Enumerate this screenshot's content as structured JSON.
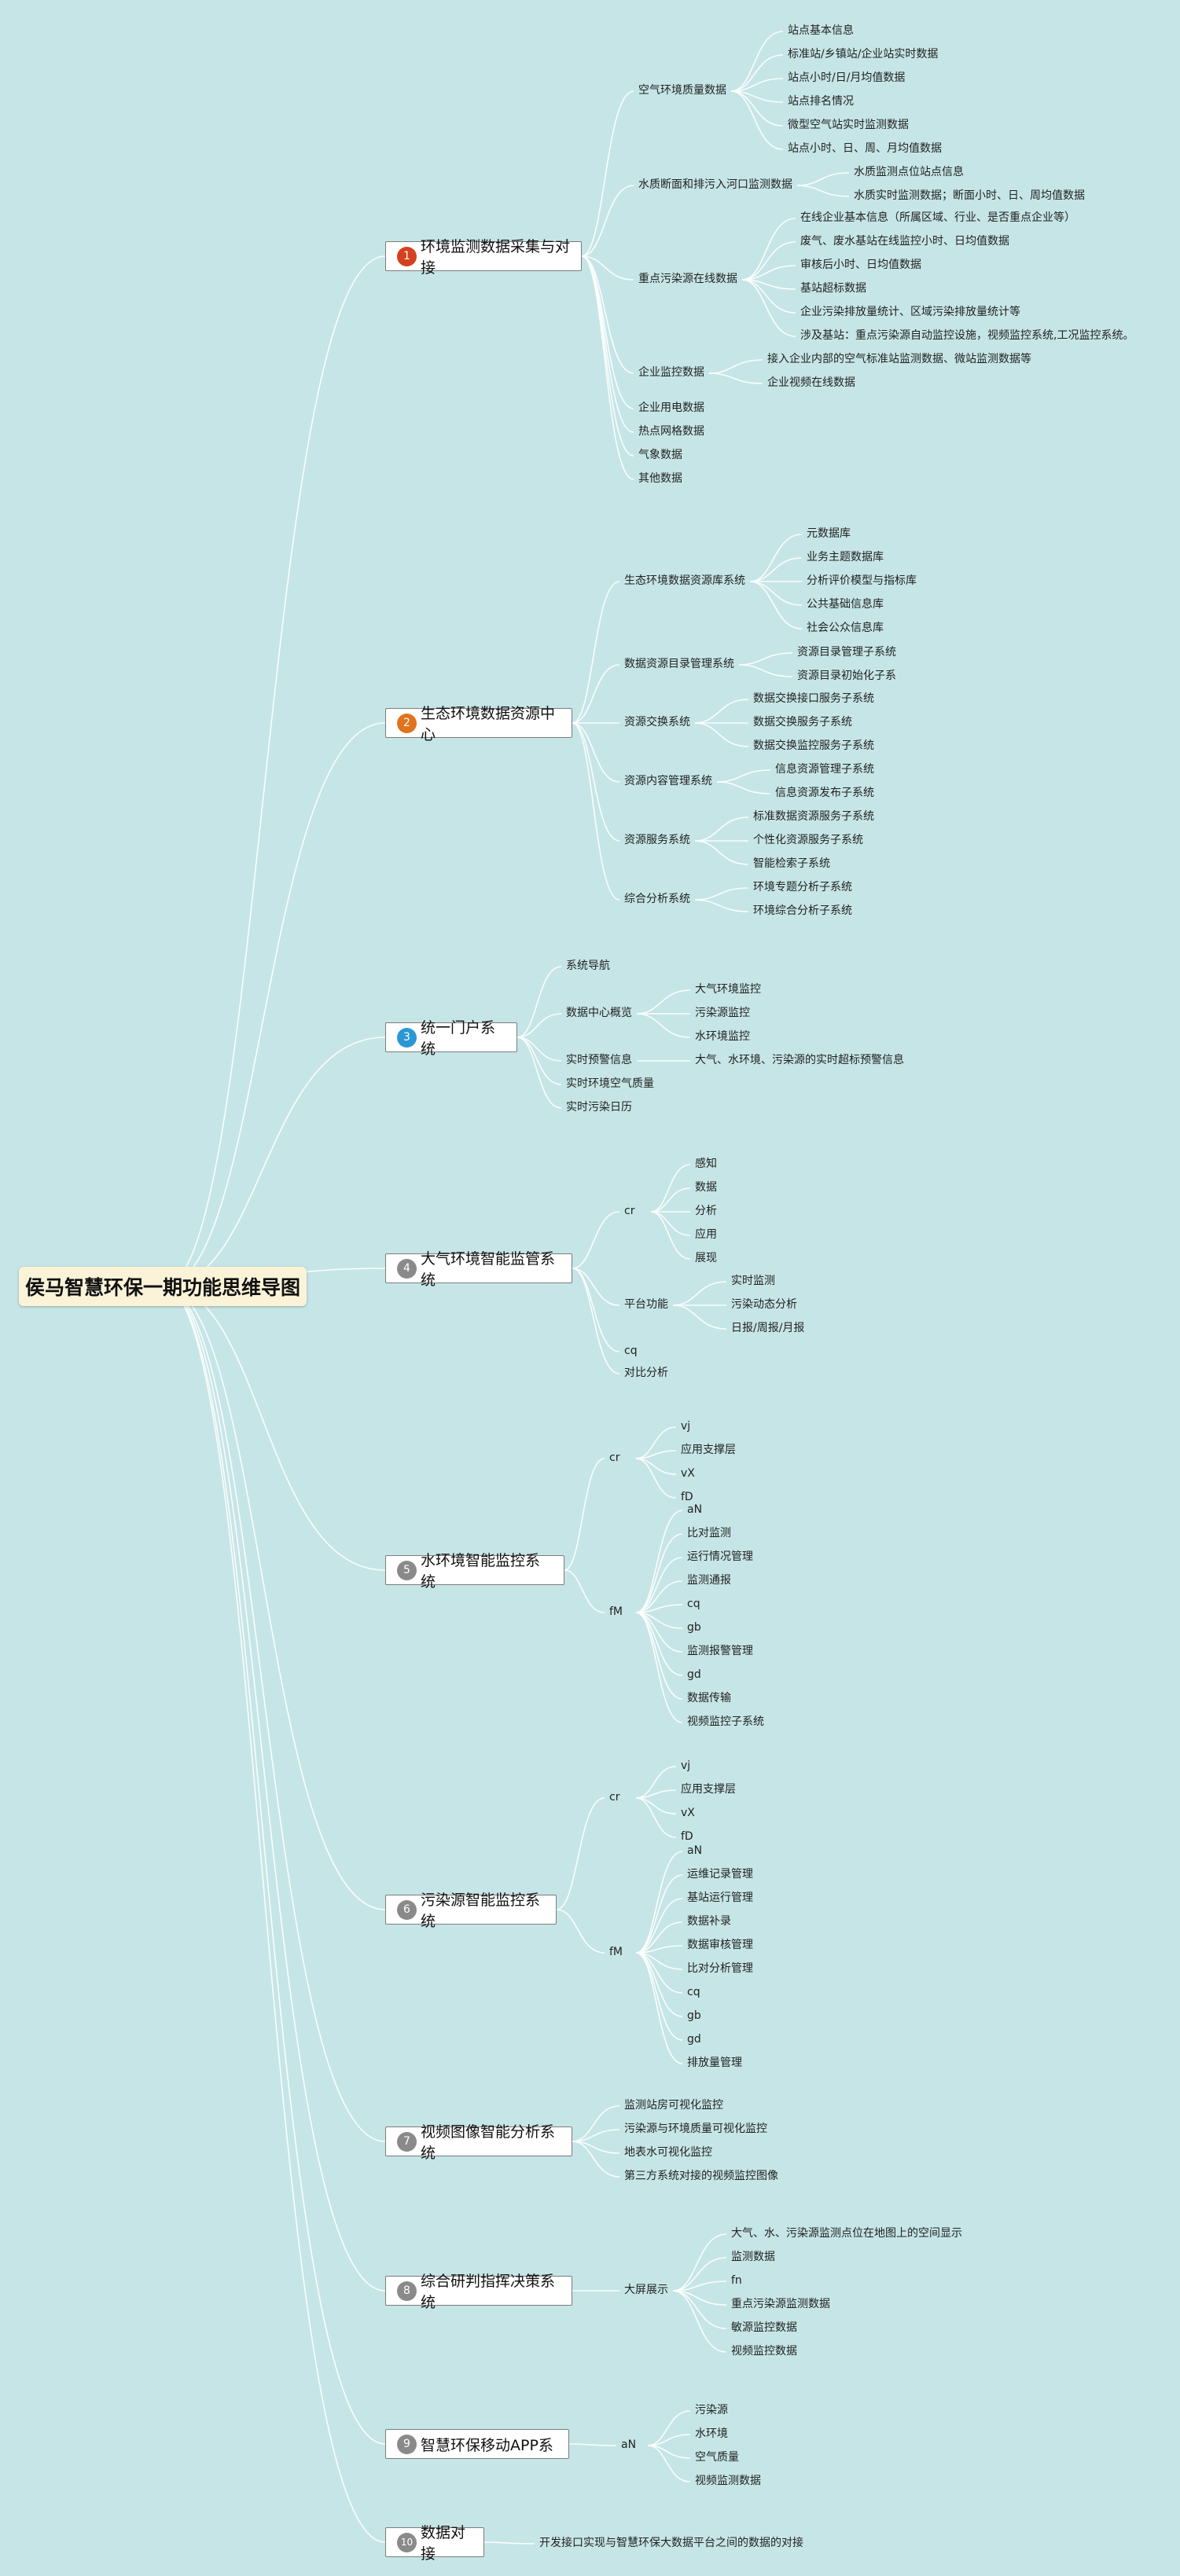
{
  "title": "侯马智慧环保一期功能思维导图",
  "branches": [
    {
      "num": "1",
      "color": "#d5401f",
      "label": "环境监测数据采集与对接",
      "children": [
        {
          "label": "空气环境质量数据",
          "children": [
            "站点基本信息",
            "标准站/乡镇站/企业站实时数据",
            "站点小时/日/月均值数据",
            "站点排名情况",
            "微型空气站实时监测数据",
            "站点小时、日、周、月均值数据"
          ]
        },
        {
          "label": "水质断面和排污入河口监测数据",
          "children": [
            "水质监测点位站点信息",
            "水质实时监测数据；断面小时、日、周均值数据"
          ]
        },
        {
          "label": "重点污染源在线数据",
          "children": [
            "在线企业基本信息（所属区域、行业、是否重点企业等）",
            "废气、废水基站在线监控小时、日均值数据",
            "审核后小时、日均值数据",
            "基站超标数据",
            "企业污染排放量统计、区域污染排放量统计等",
            "涉及基站：重点污染源自动监控设施，视频监控系统,工况监控系统。"
          ]
        },
        {
          "label": "企业监控数据",
          "children": [
            "接入企业内部的空气标准站监测数据、微站监测数据等",
            "企业视频在线数据"
          ]
        },
        {
          "label": "企业用电数据",
          "children": []
        },
        {
          "label": "热点网格数据",
          "children": []
        },
        {
          "label": "气象数据",
          "children": []
        },
        {
          "label": "其他数据",
          "children": []
        }
      ]
    },
    {
      "num": "2",
      "color": "#e0731d",
      "label": "生态环境数据资源中心",
      "children": [
        {
          "label": "生态环境数据资源库系统",
          "children": [
            "元数据库",
            "业务主题数据库",
            "分析评价模型与指标库",
            "公共基础信息库",
            "社会公众信息库"
          ]
        },
        {
          "label": "数据资源目录管理系统",
          "children": [
            "资源目录管理子系统",
            "资源目录初始化子系"
          ]
        },
        {
          "label": "资源交换系统",
          "children": [
            "数据交换接口服务子系统",
            "数据交换服务子系统",
            "数据交换监控服务子系统"
          ]
        },
        {
          "label": "资源内容管理系统",
          "children": [
            "信息资源管理子系统",
            "信息资源发布子系统"
          ]
        },
        {
          "label": "资源服务系统",
          "children": [
            "标准数据资源服务子系统",
            "个性化资源服务子系统",
            "智能检索子系统"
          ]
        },
        {
          "label": "综合分析系统",
          "children": [
            "环境专题分析子系统",
            "环境综合分析子系统"
          ]
        }
      ]
    },
    {
      "num": "3",
      "color": "#2b97d4",
      "label": "统一门户系统",
      "children": [
        {
          "label": "系统导航",
          "children": []
        },
        {
          "label": "数据中心概览",
          "children": [
            "大气环境监控",
            "污染源监控",
            "水环境监控"
          ]
        },
        {
          "label": "实时预警信息",
          "children": [
            "大气、水环境、污染源的实时超标预警信息"
          ]
        },
        {
          "label": "实时环境空气质量",
          "children": []
        },
        {
          "label": "实时污染日历",
          "children": []
        }
      ]
    },
    {
      "num": "4",
      "color": "#8a8a8a",
      "label": "大气环境智能监管系统",
      "children": [
        {
          "label": "cr",
          "children": [
            "感知",
            "数据",
            "分析",
            "应用",
            "展现"
          ]
        },
        {
          "label": "平台功能",
          "children": [
            "实时监测",
            "污染动态分析",
            "日报/周报/月报"
          ]
        },
        {
          "label": "cq",
          "children": []
        },
        {
          "label": "对比分析",
          "children": []
        }
      ]
    },
    {
      "num": "5",
      "color": "#8a8a8a",
      "label": "水环境智能监控系统",
      "children": [
        {
          "label": "cr",
          "children": [
            "vj",
            "应用支撑层",
            "vX",
            "fD"
          ]
        },
        {
          "label": "fM",
          "children": [
            "aN",
            "比对监测",
            "运行情况管理",
            "监测通报",
            "cq",
            "gb",
            "监测报警管理",
            "gd",
            "数据传输",
            "视频监控子系统"
          ]
        }
      ]
    },
    {
      "num": "6",
      "color": "#8a8a8a",
      "label": "污染源智能监控系统",
      "children": [
        {
          "label": "cr",
          "children": [
            "vj",
            "应用支撑层",
            "vX",
            "fD"
          ]
        },
        {
          "label": "fM",
          "children": [
            "aN",
            "运维记录管理",
            "基站运行管理",
            "数据补录",
            "数据审核管理",
            "比对分析管理",
            "cq",
            "gb",
            "gd",
            "排放量管理"
          ]
        }
      ]
    },
    {
      "num": "7",
      "color": "#8a8a8a",
      "label": "视频图像智能分析系统",
      "children": [
        {
          "label": "监测站房可视化监控",
          "children": []
        },
        {
          "label": "污染源与环境质量可视化监控",
          "children": []
        },
        {
          "label": "地表水可视化监控",
          "children": []
        },
        {
          "label": "第三方系统对接的视频监控图像",
          "children": []
        }
      ]
    },
    {
      "num": "8",
      "color": "#8a8a8a",
      "label": "综合研判指挥决策系统",
      "children": [
        {
          "label": "大屏展示",
          "children": [
            "大气、水、污染源监测点位在地图上的空间显示",
            "监测数据",
            "fn",
            "重点污染源监测数据",
            "敏源监控数据",
            "视频监控数据"
          ]
        }
      ]
    },
    {
      "num": "9",
      "color": "#8a8a8a",
      "label": "智慧环保移动APP系",
      "children": [
        {
          "label": "aN",
          "children": [
            "污染源",
            "水环境",
            "空气质量",
            "视频监测数据"
          ]
        }
      ]
    },
    {
      "num": "10",
      "color": "#8a8a8a",
      "label": "数据对接",
      "children": [
        {
          "label": "开发接口实现与智慧环保大数据平台之间的数据的对接",
          "children": []
        }
      ]
    }
  ]
}
